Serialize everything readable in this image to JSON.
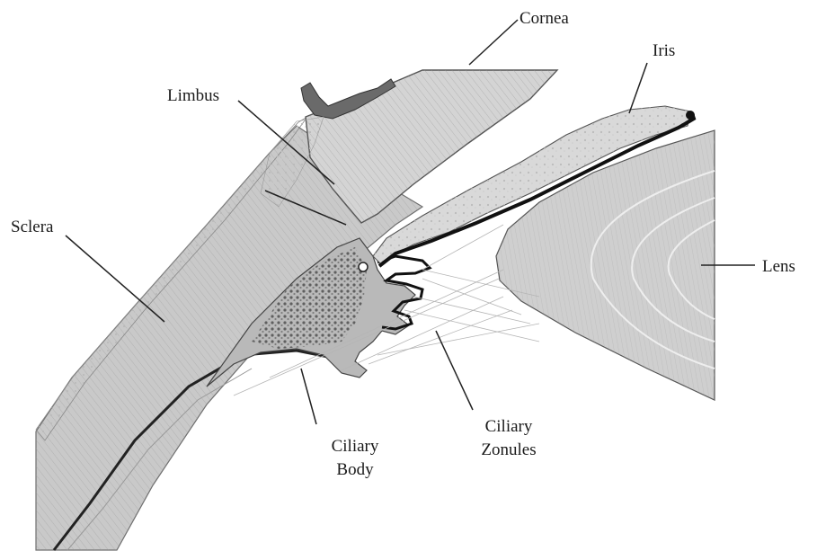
{
  "labels": {
    "cornea": "Cornea",
    "iris": "Iris",
    "limbus": "Limbus",
    "sclera": "Sclera",
    "lens": "Lens",
    "ciliary_body_line1": "Ciliary",
    "ciliary_body_line2": "Body",
    "ciliary_zonules_line1": "Ciliary",
    "ciliary_zonules_line2": "Zonules"
  }
}
